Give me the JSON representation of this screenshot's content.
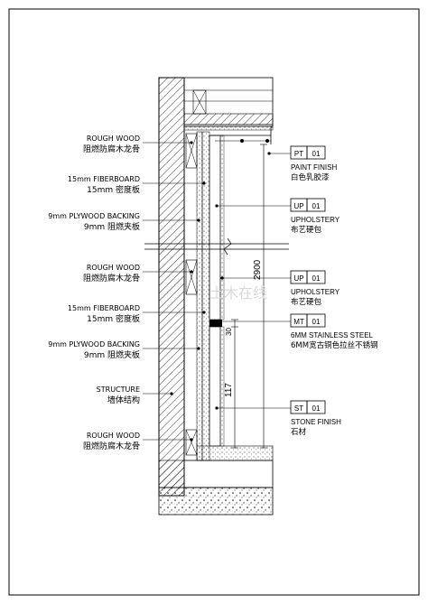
{
  "left_labels": [
    {
      "en": "ROUGH WOOD",
      "cn": "阻燃防腐木龙骨"
    },
    {
      "en": "15mm FIBERBOARD",
      "cn": "15mm 密度板"
    },
    {
      "en": "9mm PLYWOOD BACKING",
      "cn": "9mm 阻燃夹板"
    },
    {
      "en": "ROUGH WOOD",
      "cn": "阻燃防腐木龙骨"
    },
    {
      "en": "15mm FIBERBOARD",
      "cn": "15mm 密度板"
    },
    {
      "en": "9mm PLYWOOD BACKING",
      "cn": "9mm 阻燃夹板"
    },
    {
      "en": "STRUCTURE",
      "cn": "墙体结构"
    },
    {
      "en": "ROUGH WOOD",
      "cn": "阻燃防腐木龙骨"
    }
  ],
  "right_tags": [
    {
      "code": "PT",
      "num": "01",
      "en": "PAINT FINISH",
      "cn": "白色乳胶漆"
    },
    {
      "code": "UP",
      "num": "01",
      "en": "UPHOLSTERY",
      "cn": "布艺硬包"
    },
    {
      "code": "UP",
      "num": "01",
      "en": "UPHOLSTERY",
      "cn": "布艺硬包"
    },
    {
      "code": "MT",
      "num": "01",
      "en": "6MM STAINLESS STEEL",
      "cn": "6MM宽古铜色拉丝不锈钢"
    },
    {
      "code": "ST",
      "num": "01",
      "en": "STONE FINISH",
      "cn": "石材"
    }
  ],
  "dimensions": [
    "2900",
    "30",
    "117"
  ],
  "watermark": "土木在线"
}
